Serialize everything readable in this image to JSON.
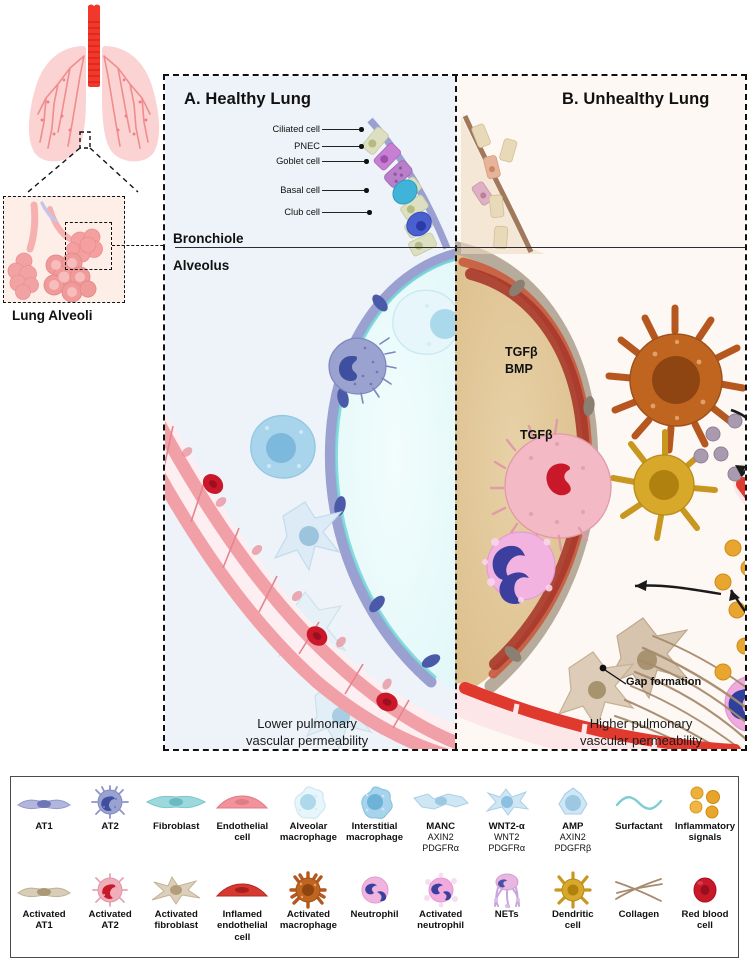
{
  "figure": {
    "panel_a_title": "A. Healthy Lung",
    "panel_b_title": "B. Unhealthy Lung",
    "region_label_bronchiole": "Bronchiole",
    "region_label_alveolus": "Alveolus",
    "permeability_left": "Lower pulmonary\nvascular permeability",
    "permeability_right": "Higher pulmonary\nvascular permeability",
    "inset_caption": "Lung Alveoli"
  },
  "airway_cell_labels": [
    {
      "text": "Ciliated cell"
    },
    {
      "text": "PNEC"
    },
    {
      "text": "Goblet cell"
    },
    {
      "text": "Basal cell"
    },
    {
      "text": "Club cell"
    }
  ],
  "annotations": {
    "tgfb_1": "TGFβ",
    "bmp": "BMP",
    "tgfb_2": "TGFβ",
    "gap_formation": "Gap formation"
  },
  "colors": {
    "healthy_bg": "#eef3f9",
    "unhealthy_bg": "#fdf8f4",
    "alveolus_lumen_healthy": "#e8fafb",
    "alveolus_lumen_unhealthy": "#e3ca9c",
    "at1_blue": "#8d93c9",
    "at2_blue": "#9aa2cf",
    "endothelium_pink": "#f2a0a8",
    "endothelium_red": "#d6342c",
    "rbc_red": "#c9182a",
    "inflammatory_orange": "#e8a530",
    "macrophage_brown": "#b5571f",
    "dendritic_gold": "#c8971f",
    "neutrophil_pink": "#f0a8d8",
    "collagen_brown": "#a78b6e",
    "border": "#111111"
  },
  "legend": {
    "row1": [
      {
        "name": "AT1",
        "sub": "",
        "icon": "at1-icon"
      },
      {
        "name": "AT2",
        "sub": "",
        "icon": "at2-icon"
      },
      {
        "name": "Fibroblast",
        "sub": "",
        "icon": "fibroblast-icon"
      },
      {
        "name": "Endothelial\ncell",
        "sub": "",
        "icon": "endothelial-cell-icon"
      },
      {
        "name": "Alveolar\nmacrophage",
        "sub": "",
        "icon": "alveolar-macrophage-icon"
      },
      {
        "name": "Interstitial\nmacrophage",
        "sub": "",
        "icon": "interstitial-macrophage-icon"
      },
      {
        "name": "MANC",
        "sub": "AXIN2\nPDGFRα",
        "icon": "manc-icon"
      },
      {
        "name": "WNT2-α",
        "sub": "WNT2\nPDGFRα",
        "icon": "wnt2a-icon"
      },
      {
        "name": "AMP",
        "sub": "AXIN2\nPDGFRβ",
        "icon": "amp-icon"
      },
      {
        "name": "Surfactant",
        "sub": "",
        "icon": "surfactant-icon"
      },
      {
        "name": "Inflammatory\nsignals",
        "sub": "",
        "icon": "inflammatory-signals-icon"
      }
    ],
    "row2": [
      {
        "name": "Activated\nAT1",
        "sub": "",
        "icon": "activated-at1-icon"
      },
      {
        "name": "Activated\nAT2",
        "sub": "",
        "icon": "activated-at2-icon"
      },
      {
        "name": "Activated\nfibroblast",
        "sub": "",
        "icon": "activated-fibroblast-icon"
      },
      {
        "name": "Inflamed\nendothelial\ncell",
        "sub": "",
        "icon": "inflamed-endothelial-cell-icon"
      },
      {
        "name": "Activated\nmacrophage",
        "sub": "",
        "icon": "activated-macrophage-icon"
      },
      {
        "name": "Neutrophil",
        "sub": "",
        "icon": "neutrophil-icon"
      },
      {
        "name": "Activated\nneutrophil",
        "sub": "",
        "icon": "activated-neutrophil-icon"
      },
      {
        "name": "NETs",
        "sub": "",
        "icon": "nets-icon"
      },
      {
        "name": "Dendritic\ncell",
        "sub": "",
        "icon": "dendritic-cell-icon"
      },
      {
        "name": "Collagen",
        "sub": "",
        "icon": "collagen-icon"
      },
      {
        "name": "Red blood\ncell",
        "sub": "",
        "icon": "red-blood-cell-icon"
      }
    ]
  }
}
